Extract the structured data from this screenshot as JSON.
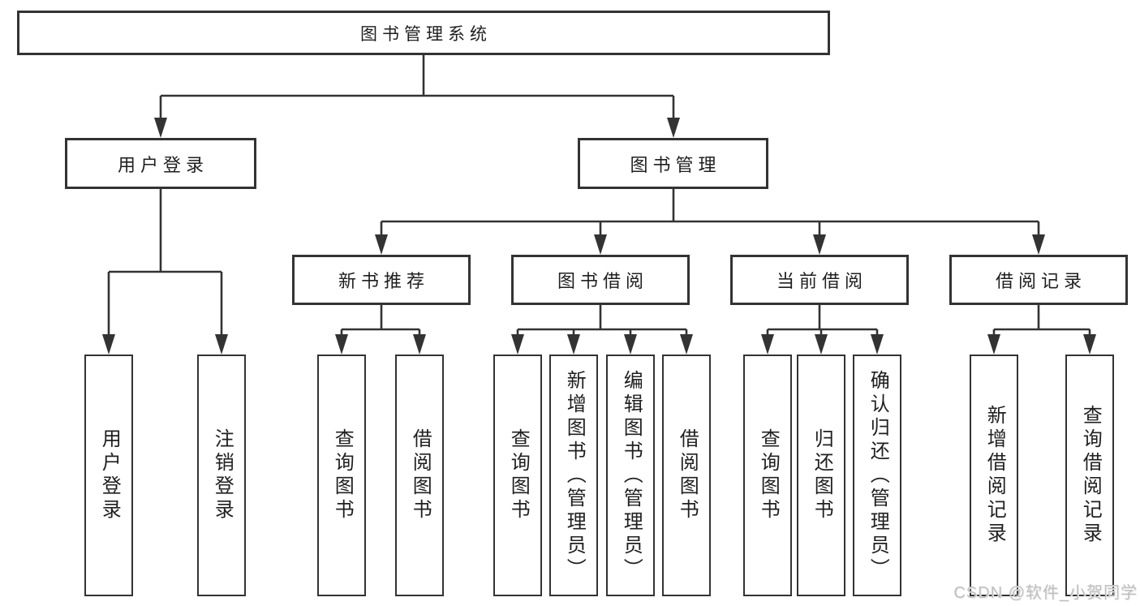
{
  "diagram": {
    "type": "tree",
    "colors": {
      "line": "#333333",
      "box_border": "#333333",
      "box_background": "#ffffff",
      "text": "#1f1f1f",
      "watermark_text": "#bfbfbf",
      "page_background": "#ffffff"
    },
    "root": {
      "label": "图书管理系统"
    },
    "branches": {
      "user_login": {
        "label": "用户登录",
        "children": {
          "login": {
            "label": "用户登录"
          },
          "logout": {
            "label": "注销登录"
          }
        }
      },
      "book_mgmt": {
        "label": "图书管理",
        "children": {
          "new_book": {
            "label": "新书推荐",
            "children": {
              "query": {
                "label": "查询图书"
              },
              "borrow": {
                "label": "借阅图书"
              }
            }
          },
          "book_borrow": {
            "label": "图书借阅",
            "children": {
              "query": {
                "label": "查询图书"
              },
              "add": {
                "label": "新增图书（管理员）"
              },
              "edit": {
                "label": "编辑图书（管理员）"
              },
              "borrow": {
                "label": "借阅图书"
              }
            }
          },
          "current_borrow": {
            "label": "当前借阅",
            "children": {
              "query": {
                "label": "查询图书"
              },
              "return": {
                "label": "归还图书"
              },
              "confirm": {
                "label": "确认归还（管理员）"
              }
            }
          },
          "borrow_record": {
            "label": "借阅记录",
            "children": {
              "add": {
                "label": "新增借阅记录"
              },
              "query": {
                "label": "查询借阅记录"
              }
            }
          }
        }
      }
    },
    "watermark": {
      "text": "CSDN @软件_小贺同学"
    }
  }
}
